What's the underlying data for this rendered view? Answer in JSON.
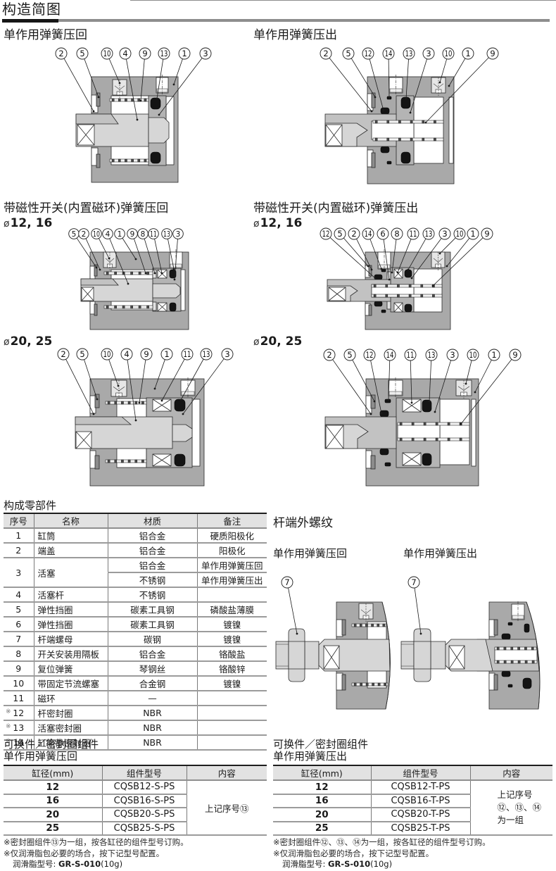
{
  "page": {
    "title": "构造简图"
  },
  "bore_symbol": "ø",
  "diagrams": {
    "spring_return": {
      "title": "单作用弹簧压回",
      "callouts": [
        "2",
        "5",
        "10",
        "4",
        "9",
        "13",
        "1",
        "3"
      ]
    },
    "spring_extend": {
      "title": "单作用弹簧压出",
      "callouts": [
        "2",
        "5",
        "12",
        "14",
        "13",
        "3",
        "10",
        "1",
        "9"
      ]
    },
    "switch_return": {
      "title": "带磁性开关(内置磁环)弹簧压回",
      "small": {
        "bore": "12, 16",
        "callouts": [
          "5",
          "2",
          "10",
          "4",
          "1",
          "9",
          "8",
          "11",
          "13",
          "3"
        ]
      },
      "large": {
        "bore": "20, 25",
        "callouts": [
          "2",
          "5",
          "10",
          "4",
          "9",
          "1",
          "11",
          "13",
          "3"
        ]
      }
    },
    "switch_extend": {
      "title": "带磁性开关(内置磁环)弹簧压出",
      "small": {
        "bore": "12, 16",
        "callouts": [
          "12",
          "5",
          "2",
          "14",
          "6",
          "8",
          "11",
          "13",
          "3",
          "10",
          "1",
          "9"
        ]
      },
      "large": {
        "bore": "20, 25",
        "callouts": [
          "2",
          "5",
          "12",
          "14",
          "11",
          "13",
          "3",
          "10",
          "1",
          "9"
        ]
      }
    }
  },
  "rod_thread": {
    "title": "杆端外螺纹",
    "return": {
      "title": "单作用弹簧压回",
      "callouts": [
        "7"
      ]
    },
    "extend": {
      "title": "单作用弹簧压出",
      "callouts": [
        "7"
      ]
    }
  },
  "components": {
    "heading": "构成零部件",
    "columns": [
      "序号",
      "名称",
      "材质",
      "备注"
    ],
    "mark": "※",
    "rows": [
      {
        "no": "1",
        "name": "缸筒",
        "material": "铝合金",
        "note": "硬质阳极化"
      },
      {
        "no": "2",
        "name": "端盖",
        "material": "铝合金",
        "note": "阳极化"
      },
      {
        "no": "3",
        "name": "活塞",
        "material": [
          "铝合金",
          "不锈钢"
        ],
        "note": [
          "单作用弹簧压回",
          "单作用弹簧压出"
        ]
      },
      {
        "no": "4",
        "name": "活塞杆",
        "material": "不锈钢",
        "note": ""
      },
      {
        "no": "5",
        "name": "弹性挡圈",
        "material": "碳素工具钢",
        "note": "磷酸盐薄膜"
      },
      {
        "no": "6",
        "name": "弹性挡圈",
        "material": "碳素工具钢",
        "note": "镀镍"
      },
      {
        "no": "7",
        "name": "杆端螺母",
        "material": "碳钢",
        "note": "镀镍"
      },
      {
        "no": "8",
        "name": "开关安装用隔板",
        "material": "铝合金",
        "note": "铬酸盐"
      },
      {
        "no": "9",
        "name": "复位弹簧",
        "material": "琴钢丝",
        "note": "铬酸锌"
      },
      {
        "no": "10",
        "name": "带固定节流螺塞",
        "material": "合金钢",
        "note": "镀镍"
      },
      {
        "no": "11",
        "name": "磁环",
        "material": "—",
        "note": ""
      },
      {
        "no": "12",
        "name": "杆密封圈",
        "material": "NBR",
        "note": ""
      },
      {
        "no": "13",
        "name": "活塞密封圈",
        "material": "NBR",
        "note": ""
      },
      {
        "no": "14",
        "name": "缸筒静密封圈",
        "material": "NBR",
        "note": ""
      }
    ]
  },
  "seal_kits": {
    "heading": "可换件／密封圈组件",
    "columns": [
      "缸径(mm)",
      "组件型号",
      "内容"
    ],
    "grease_label": "润滑脂型号: ",
    "grease_model": "GR-S-010",
    "grease_qty": "(10g)",
    "return": {
      "subtitle": "单作用弹簧压回",
      "rows": [
        {
          "bore": "12",
          "model": "CQSB12-S-PS"
        },
        {
          "bore": "16",
          "model": "CQSB16-S-PS"
        },
        {
          "bore": "20",
          "model": "CQSB20-S-PS"
        },
        {
          "bore": "25",
          "model": "CQSB25-S-PS"
        }
      ],
      "content": "上记序号⑬",
      "notes": [
        "※密封圈组件⑬为一组，按各缸径的组件型号订购。",
        "※仅润滑脂包必要的场合，按下记型号配置。"
      ]
    },
    "extend": {
      "subtitle": "单作用弹簧压出",
      "rows": [
        {
          "bore": "12",
          "model": "CQSB12-T-PS"
        },
        {
          "bore": "16",
          "model": "CQSB16-T-PS"
        },
        {
          "bore": "20",
          "model": "CQSB20-T-PS"
        },
        {
          "bore": "25",
          "model": "CQSB25-T-PS"
        }
      ],
      "content": [
        "上记序号",
        "⑫、⑬、⑭",
        "为一组"
      ],
      "notes": [
        "※密封圈组件⑫、⑬、⑭为一组，按各缸径的组件型号订购。",
        "※仅润滑脂包必要的场合，按下记型号配置。"
      ]
    }
  }
}
